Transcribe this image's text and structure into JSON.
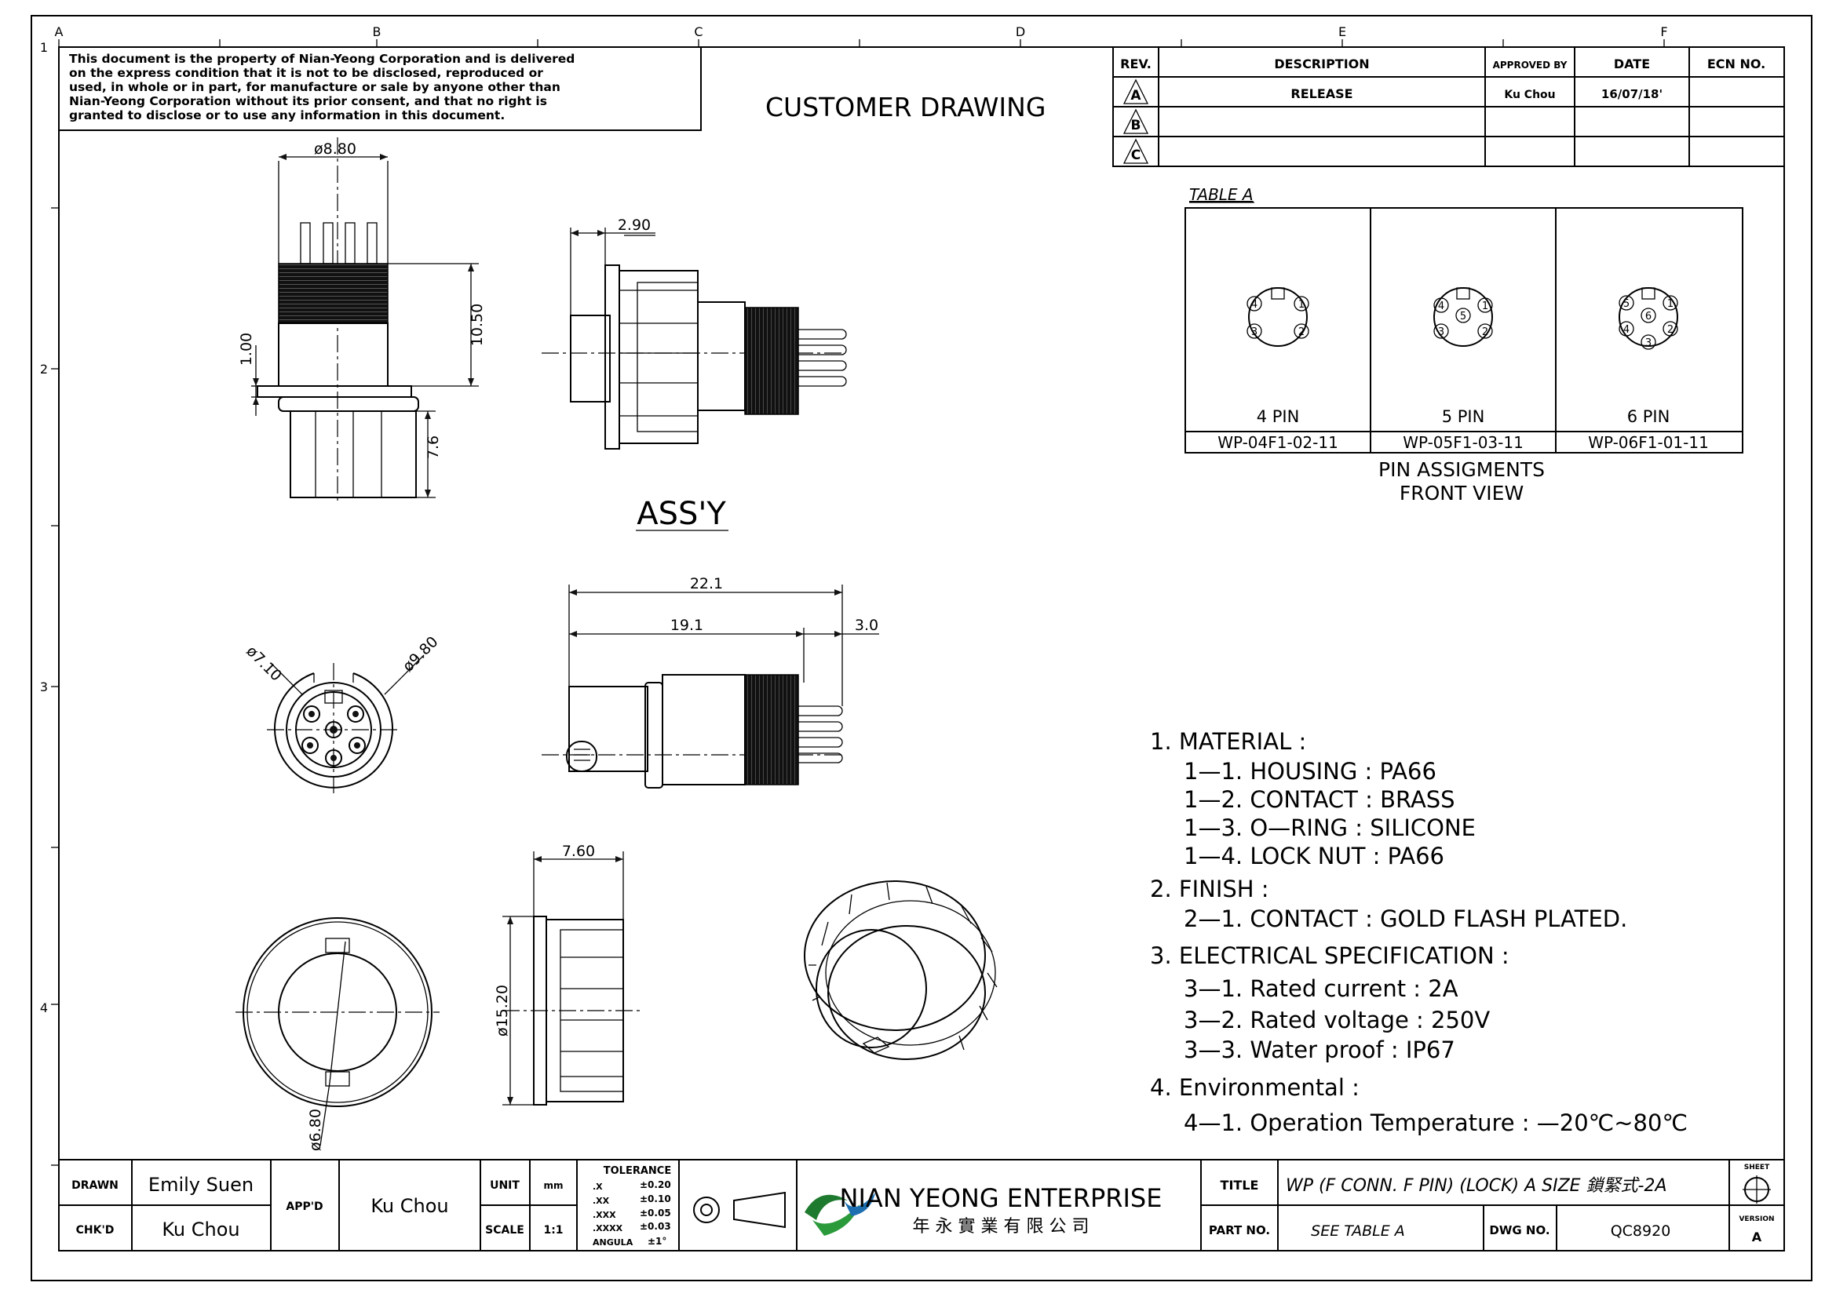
{
  "zones": {
    "cols": [
      "A",
      "B",
      "C",
      "D",
      "E",
      "F"
    ],
    "rows": [
      "1",
      "2",
      "3",
      "4"
    ]
  },
  "notice": [
    "This document is the property of Nian-Yeong Corporation and is delivered",
    "on the express condition that it is not to be disclosed, reproduced or",
    "used, in whole or in part, for manufacture or sale by anyone other than",
    "Nian-Yeong Corporation without its prior consent, and that no right is",
    "granted to disclose or to use any information in this document."
  ],
  "heading": "CUSTOMER DRAWING",
  "revision": {
    "headers": [
      "REV.",
      "DESCRIPTION",
      "APPROVED BY",
      "DATE",
      "ECN NO."
    ],
    "rows": [
      {
        "rev": "A",
        "description": "RELEASE",
        "approved": "Ku Chou",
        "date": "16/07/18'",
        "ecn": ""
      },
      {
        "rev": "B",
        "description": "",
        "approved": "",
        "date": "",
        "ecn": ""
      },
      {
        "rev": "C",
        "description": "",
        "approved": "",
        "date": "",
        "ecn": ""
      }
    ]
  },
  "table_a": {
    "title": "TABLE A",
    "cells": [
      {
        "pins": "4 PIN",
        "part": "WP-04F1-02-11",
        "labels": [
          "4",
          "1",
          "3",
          "2"
        ]
      },
      {
        "pins": "5 PIN",
        "part": "WP-05F1-03-11",
        "labels": [
          "4",
          "5",
          "1",
          "3",
          "2"
        ]
      },
      {
        "pins": "6 PIN",
        "part": "WP-06F1-01-11",
        "labels": [
          "5",
          "1",
          "6",
          "4",
          "2",
          "3"
        ]
      }
    ],
    "caption": [
      "PIN ASSIGMENTS",
      "FRONT VIEW"
    ]
  },
  "assy_label": "ASS'Y",
  "dimensions": {
    "d1": "ø8.80",
    "d2": "10.50",
    "d3": "1.00",
    "d4": "7.6",
    "d5": "2.90",
    "d6": "22.1",
    "d7": "19.1",
    "d8": "3.0",
    "d9": "ø7.10",
    "d10": "ø9.80",
    "d11": "7.60",
    "d12": "ø15.20",
    "d13": "ø6.80"
  },
  "specs": [
    {
      "text": "1. MATERIAL :",
      "indent": 0
    },
    {
      "text": "1—1. HOUSING : PA66",
      "indent": 1
    },
    {
      "text": "1—2. CONTACT : BRASS",
      "indent": 1
    },
    {
      "text": "1—3. O—RING : SILICONE",
      "indent": 1
    },
    {
      "text": "1—4. LOCK NUT : PA66",
      "indent": 1
    },
    {
      "text": "2. FINISH :",
      "indent": 0
    },
    {
      "text": "2—1. CONTACT : GOLD FLASH PLATED.",
      "indent": 1
    },
    {
      "text": "3. ELECTRICAL SPECIFICATION :",
      "indent": 0
    },
    {
      "text": "3—1. Rated current : 2A",
      "indent": 1
    },
    {
      "text": "3—2. Rated voltage : 250V",
      "indent": 1
    },
    {
      "text": "3—3. Water proof : IP67",
      "indent": 1
    },
    {
      "text": "4. Environmental :",
      "indent": 0
    },
    {
      "text": "4—1. Operation Temperature : —20℃~80℃",
      "indent": 1
    }
  ],
  "title_block": {
    "drawn_label": "DRAWN",
    "drawn": "Emily Suen",
    "chkd_label": "CHK'D",
    "chkd": "Ku Chou",
    "appd_label": "APP'D",
    "appd": "Ku Chou",
    "unit_label": "UNIT",
    "unit": "mm",
    "scale_label": "SCALE",
    "scale": "1:1",
    "tolerance_title": "TOLERANCE",
    "tolerances": [
      {
        "k": ".X",
        "v": "±0.20"
      },
      {
        "k": ".XX",
        "v": "±0.10"
      },
      {
        "k": ".XXX",
        "v": "±0.05"
      },
      {
        "k": ".XXXX",
        "v": "±0.03"
      },
      {
        "k": "ANGULA",
        "v": "±1°"
      }
    ],
    "company_en": "NIAN YEONG ENTERPRISE",
    "company_cn": "年 永 實 業 有 限 公 司",
    "title_label": "TITLE",
    "title": "WP (F CONN. F PIN) (LOCK) A SIZE 鎖緊式-2A",
    "partno_label": "PART NO.",
    "partno": "SEE TABLE A",
    "dwgno_label": "DWG NO.",
    "dwgno": "QC8920",
    "sheet_label": "SHEET",
    "version_label": "VERSION",
    "version": "A"
  }
}
